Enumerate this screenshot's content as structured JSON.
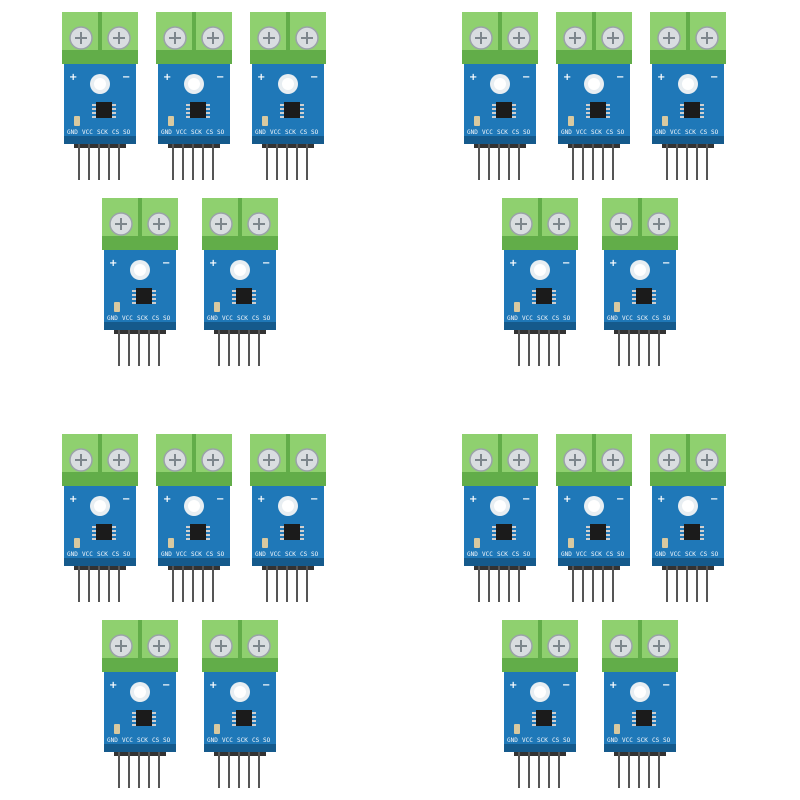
{
  "palette": {
    "background": "#ffffff",
    "terminal_block": "#8fd06f",
    "terminal_shade": "#62ad49",
    "pcb": "#1f78b8",
    "pcb_dark": "#155a8c",
    "chip": "#1b1b1b",
    "pin": "#555555"
  },
  "module": {
    "plus_sign": "+",
    "minus_sign": "−",
    "pin_labels": [
      "GND",
      "VCC",
      "SCK",
      "CS",
      "SO"
    ]
  },
  "groups": [
    {
      "name": "top-left",
      "module_count": 5
    },
    {
      "name": "top-right",
      "module_count": 5
    },
    {
      "name": "bottom-left",
      "module_count": 5
    },
    {
      "name": "bottom-right",
      "module_count": 5
    }
  ]
}
